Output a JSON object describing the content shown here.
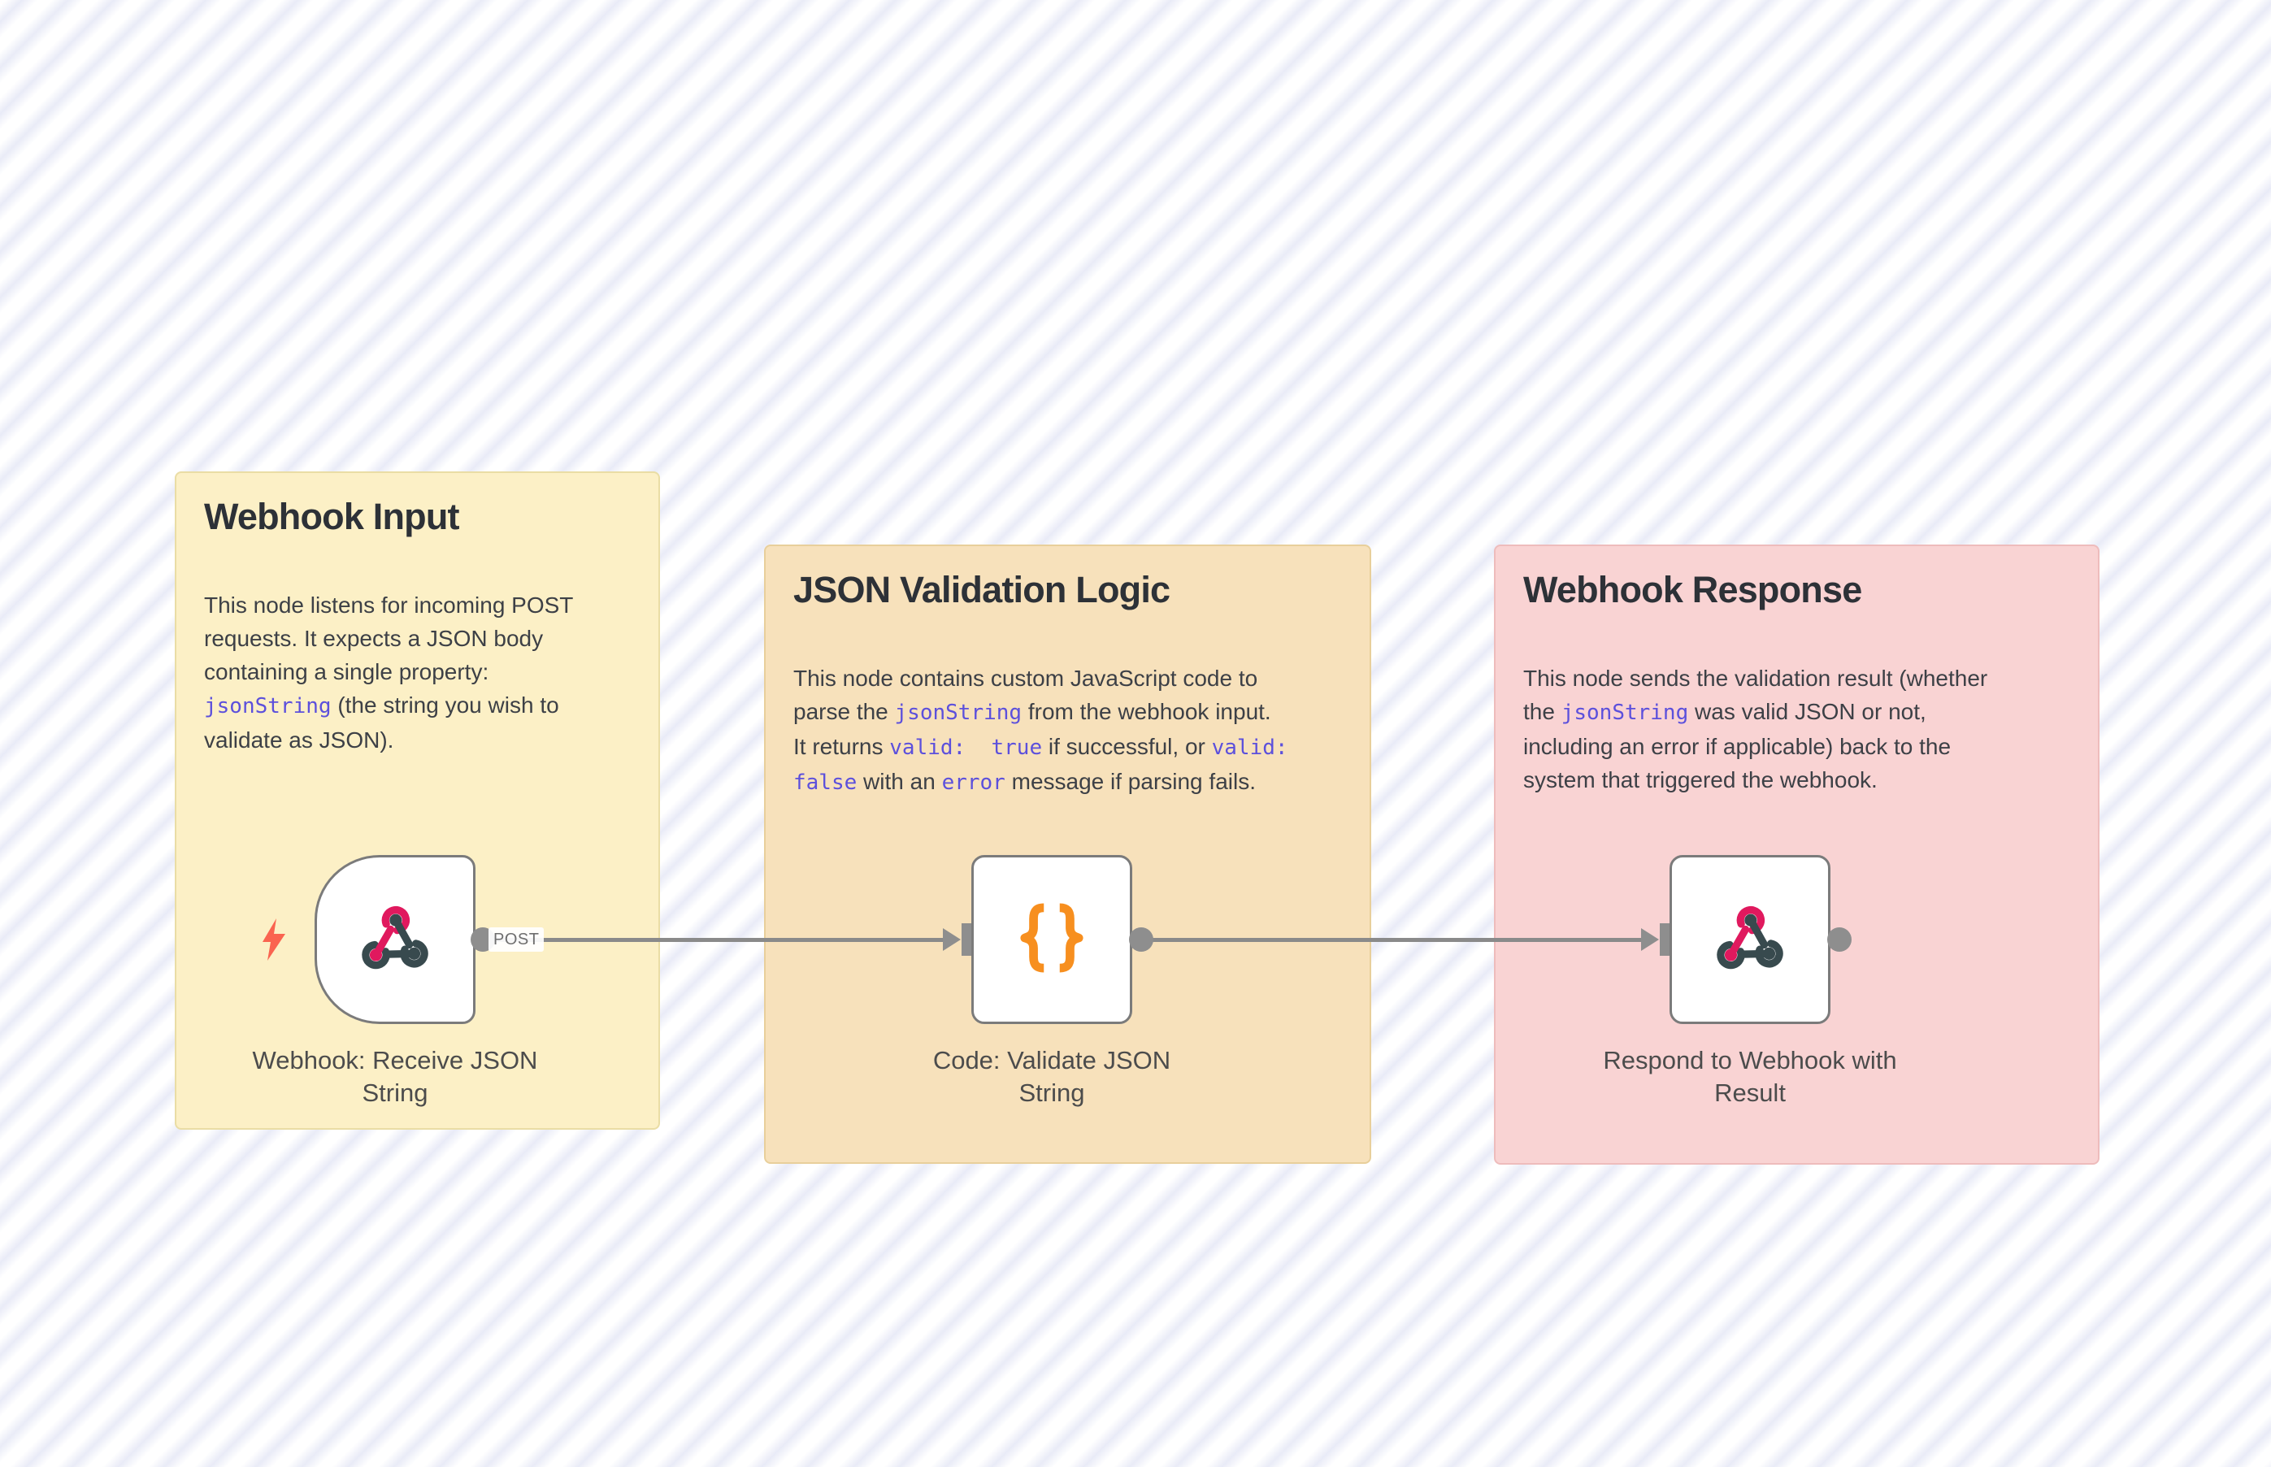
{
  "colors": {
    "canvas-stripe": "#e9ebf7",
    "connector-gray": "#8e8e8e",
    "node-border": "#7b7b7b",
    "bolt-orange": "#fa6450",
    "webhook-pink": "#e0195e",
    "webhook-dark": "#384a4e",
    "code-orange": "#f78f1f",
    "inline-code-purple": "#5c50dc"
  },
  "notes": [
    {
      "title": "Webhook Input",
      "bg": "#fcf0c6",
      "border": "#eadda5",
      "body": [
        {
          "t": "This node listens for incoming POST"
        },
        {
          "br": true
        },
        {
          "t": "requests. It expects a JSON body"
        },
        {
          "br": true
        },
        {
          "t": "containing a single property:"
        },
        {
          "br": true
        },
        {
          "t": "jsonString",
          "code": true
        },
        {
          "t": " (the string you wish to"
        },
        {
          "br": true
        },
        {
          "t": "validate as JSON)."
        }
      ]
    },
    {
      "title": "JSON Validation Logic",
      "bg": "#f7e1bb",
      "border": "#e8cf9b",
      "body": [
        {
          "t": "This node contains custom JavaScript code to"
        },
        {
          "br": true
        },
        {
          "t": "parse the "
        },
        {
          "t": "jsonString",
          "code": true
        },
        {
          "t": " from the webhook input."
        },
        {
          "br": true
        },
        {
          "t": "It returns "
        },
        {
          "t": "valid:  true",
          "code": true
        },
        {
          "t": " if successful, or "
        },
        {
          "t": "valid:",
          "code": true
        },
        {
          "br": true
        },
        {
          "t": "false",
          "code": true
        },
        {
          "t": " with an "
        },
        {
          "t": "error",
          "code": true
        },
        {
          "t": " message if parsing fails."
        }
      ]
    },
    {
      "title": "Webhook Response",
      "bg": "#f9d3d3",
      "border": "#eebcbc",
      "body": [
        {
          "t": "This node sends the validation result (whether"
        },
        {
          "br": true
        },
        {
          "t": "the "
        },
        {
          "t": "jsonString",
          "code": true
        },
        {
          "t": " was valid JSON or not,"
        },
        {
          "br": true
        },
        {
          "t": "including an error if applicable) back to the"
        },
        {
          "br": true
        },
        {
          "t": "system that triggered the webhook."
        }
      ]
    }
  ],
  "nodes": [
    {
      "name": "Webhook: Receive JSON String",
      "type": "webhook-trigger"
    },
    {
      "name": "Code: Validate JSON String",
      "type": "code"
    },
    {
      "name": "Respond to Webhook with Result",
      "type": "respond-to-webhook"
    }
  ],
  "connections": [
    {
      "from": "Webhook: Receive JSON String",
      "to": "Code: Validate JSON String",
      "label": "POST"
    },
    {
      "from": "Code: Validate JSON String",
      "to": "Respond to Webhook with Result",
      "label": ""
    }
  ]
}
